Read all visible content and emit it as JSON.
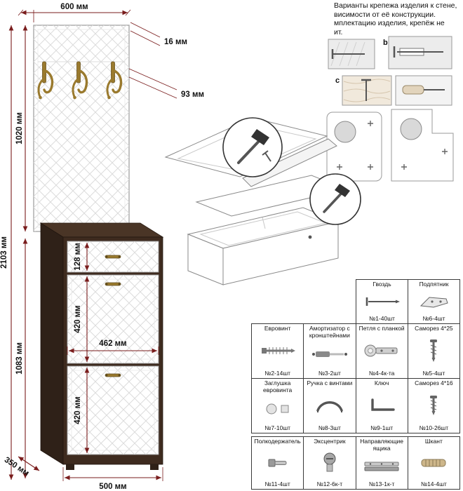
{
  "colors": {
    "dimension": "#7a1d1d",
    "wenge_dark": "#2f2118",
    "wenge": "#3e2b1f",
    "wenge_top": "#4a3526",
    "brass": "#9a7a2e"
  },
  "header": {
    "lines": [
      "Варианты крепежа изделия к стене,",
      "висимости от её конструкции.",
      "мплектацию изделия, крепёж не",
      "ит."
    ]
  },
  "wall_section": {
    "label_b": "b",
    "label_c": "c"
  },
  "dimensions": {
    "top_width": "600 мм",
    "panel_thickness": "16 мм",
    "hook_offset": "93 мм",
    "panel_height": "1020 мм",
    "total_height": "2103 мм",
    "cabinet_height": "1083 мм",
    "drawer_height": "128 мм",
    "flap1_height": "420 мм",
    "inner_width": "462 мм",
    "flap2_height": "420 мм",
    "depth": "350 мм",
    "cabinet_width": "500 мм"
  },
  "parts": [
    {
      "name": "Гвоздь",
      "qty": "№1-40шт"
    },
    {
      "name": "Подпятник",
      "qty": "№6-4шт"
    },
    {
      "name": "Евровинт",
      "qty": "№2-14шт"
    },
    {
      "name": "Амортизатор с кронштейнами",
      "qty": "№3-2шт"
    },
    {
      "name": "Петля с планкой",
      "qty": "№4-4к-та"
    },
    {
      "name": "Саморез 4*25",
      "qty": "№5-4шт"
    },
    {
      "name": "Заглушка евровинта",
      "qty": "№7-10шт"
    },
    {
      "name": "Ручка с винтами",
      "qty": "№8-3шт"
    },
    {
      "name": "Ключ",
      "qty": "№9-1шт"
    },
    {
      "name": "Саморез 4*16",
      "qty": "№10-26шт"
    },
    {
      "name": "Полкодержатель",
      "qty": "№11-4шт"
    },
    {
      "name": "Эксцентрик",
      "qty": "№12-6к-т"
    },
    {
      "name": "Направляющие ящика",
      "qty": "№13-1к-т"
    },
    {
      "name": "Шкант",
      "qty": "№14-4шт"
    }
  ]
}
